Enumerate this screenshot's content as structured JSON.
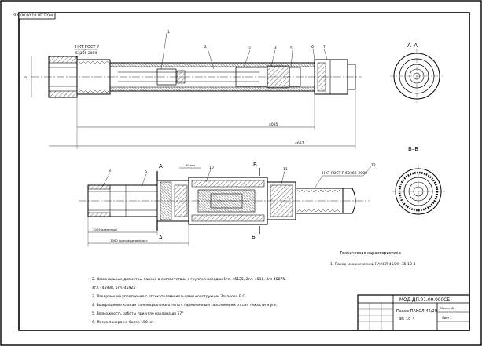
{
  "sheet": {
    "rotated_stamp": "МОД.ДП.01.09.000СБ",
    "stamp_designation": "МОД.ДП.01.09.000СБ",
    "stamp_title_line1": "Пакер ПАКСЛ-45/29",
    "stamp_title_line2": "-35-10-4",
    "stamp_small_1": "Масштаб",
    "stamp_small_2": "Лист 1"
  },
  "drawing_top": {
    "thread_label": "НКТ ГОСТ Р",
    "thread_std": "53366-2009",
    "dim_length_inner": "4085",
    "dim_length_total": "4637",
    "callouts": [
      "1",
      "2",
      "3",
      "4",
      "5",
      "6",
      "7"
    ]
  },
  "drawing_bottom": {
    "section_mark_a": "А",
    "section_mark_b": "Б",
    "thread_label": "НКТ ГОСТ Р 53366-2009",
    "dim_small": "80 мм",
    "dim_1": "1005 пакерный",
    "dim_2": "1300 присоединительн.",
    "callouts": [
      "8",
      "9",
      "10",
      "11",
      "12"
    ]
  },
  "sections": {
    "a_title": "А–А",
    "b_title": "Б–Б"
  },
  "tech": {
    "title": "Техническая характеристика",
    "item_1": "1. Пакер механический ПАКСЛ-45/29 -35-10-4"
  },
  "notes": [
    "2. Номинальные диаметры пакера в соответствии с группой посадки 1гл.-45125, 2гл.-4518, 3гл-45875,",
    "4гл.- 45938, 5гл.-45925",
    "3. Пакерующий уплотнение с отсекателями-кольцами конструкции Захарова Б.С.",
    "4. Возвращение клапан тангенциального типа с гармоничным заполнением от сил    тяжести и угл.",
    "5. Возможность работы при угле наклона до 57°",
    "6. Масса пакера не более 150 кг."
  ]
}
